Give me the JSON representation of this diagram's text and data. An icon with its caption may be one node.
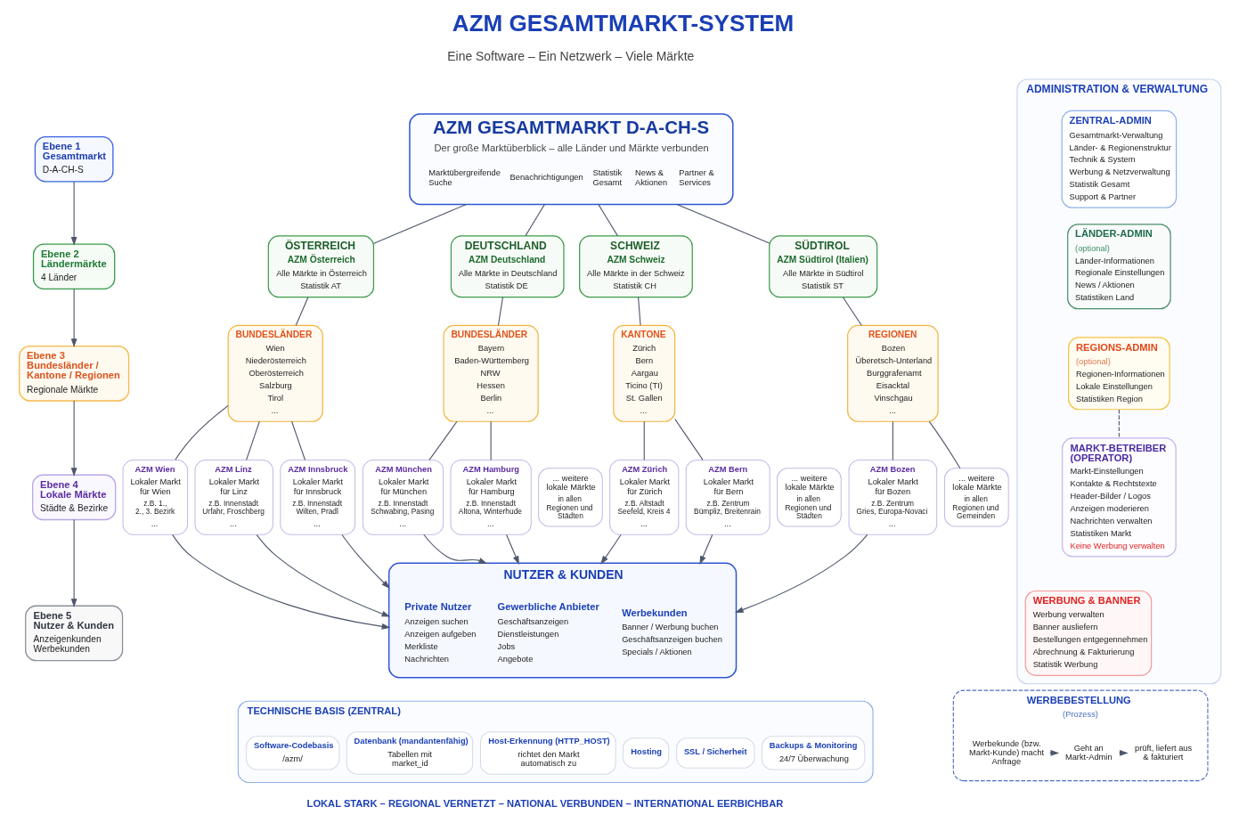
{
  "diagram": {
    "title": "AZM GESAMTMARKT-SYSTEM",
    "nodes": [
      {
        "text": [
          "Ebene 1 Gesamtmarkt",
          "D-A-CH-S"
        ]
      },
      {
        "text": [
          "Ebene 2 Ländermärkte",
          "4 Länder"
        ]
      },
      {
        "text": [
          "Ebene 3 Bundesländer / Kantone / Regionen",
          "Regionale Märkte"
        ]
      },
      {
        "text": [
          "Ebene 4 Lokale Märkte",
          "Städte & Bezirke"
        ]
      },
      {
        "text": [
          "Ebene 5 Nutzer & Kunden",
          "Anzeigenkunden Werbekunden"
        ]
      },
      {
        "text": [
          "AZM GESAMTMARKT D-A-CH-S",
          "Der große Marktüberblick – alle Länder und Märkte verbunden",
          "Marktübergreifende Suche",
          "Benachrichtigungen",
          "Statistik Gesamt",
          "News & Aktionen",
          "Partner & Services"
        ]
      },
      {
        "text": [
          "ÖSTERREICH",
          "AZM Österreich",
          "Alle Märkte in Österreich",
          "Statistik AT"
        ]
      },
      {
        "text": [
          "DEUTSCHLAND",
          "AZM Deutschland",
          "Alle Märkte in Deutschland",
          "Statistik DE"
        ]
      },
      {
        "text": [
          "SCHWEIZ",
          "AZM Schweiz",
          "Alle Märkte in der Schweiz",
          "Statistik CH"
        ]
      },
      {
        "text": [
          "SÜDTIROL",
          "AZM Südtirol (Italien)",
          "Alle Märkte in Südtirol",
          "Statistik ST"
        ]
      },
      {
        "text": [
          "BUNDESLÄNDER",
          "Wien",
          "Niederösterreich",
          "Oberösterreich",
          "Salzburg",
          "Tirol",
          "..."
        ]
      },
      {
        "text": [
          "BUNDESLÄNDER",
          "Bayern",
          "Baden-Württemberg",
          "NRW",
          "Hessen",
          "Berlin",
          "..."
        ]
      },
      {
        "text": [
          "KANTONE",
          "Zürich",
          "Bern",
          "Aargau",
          "Ticino (TI)",
          "St. Gallen",
          "..."
        ]
      },
      {
        "text": [
          "REGIONEN",
          "Bozen",
          "Überetsch-Unterland",
          "Burggrafenamt",
          "Eisacktal",
          "Vinschgau",
          "..."
        ]
      },
      {
        "text": [
          "AZM Wien",
          "Lokaler Markt für Wien",
          "z.B. 1., 2., 3. Bezirk",
          "..."
        ]
      },
      {
        "text": [
          "AZM Linz",
          "Lokaler Markt für Linz",
          "z.B. Innenstadt Urfahr, Froschberg",
          "..."
        ]
      },
      {
        "text": [
          "AZM Innsbruck",
          "Lokaler Markt für Innsbruck",
          "z.B. Innenstadt Wilten, Pradl",
          "..."
        ]
      },
      {
        "text": [
          "AZM München",
          "Lokaler Markt für München",
          "z.B. Innenstadt Schwabing, Pasing",
          "..."
        ]
      },
      {
        "text": [
          "AZM Hamburg",
          "Lokaler Markt für Hamburg",
          "z.B. Innenstadt Altona, Winterhude",
          "..."
        ]
      },
      {
        "text": [
          "... weitere lokale Märkte",
          "in allen Regionen und Städten"
        ]
      },
      {
        "text": [
          "AZM Zürich",
          "Lokaler Markt für Zürich",
          "z.B. Altstadt Seefeld, Kreis 4",
          "..."
        ]
      },
      {
        "text": [
          "AZM Bern",
          "Lokaler Markt für Bern",
          "z.B. Zentrum Bümpliz, Breitenrain",
          "..."
        ]
      },
      {
        "text": [
          "... weitere lokale Märkte",
          "in allen Regionen und Städten"
        ]
      },
      {
        "text": [
          "AZM Bozen",
          "Lokaler Markt für Bozen",
          "z.B. Zentrum Gries, Europa-Novaci",
          "..."
        ]
      },
      {
        "text": [
          "... weitere lokale Märkte",
          "in allen Regionen und Gemeinden"
        ]
      },
      {
        "text": [
          "NUTZER & KUNDEN"
        ]
      },
      {
        "text": [
          "Private Nutzer",
          "Anzeigen suchen",
          "Anzeigen aufgeben",
          "Merkliste",
          "Nachrichten"
        ],
        "in": 25
      },
      {
        "text": [
          "Gewerbliche Anbieter",
          "Geschäftsanzeigen",
          "Dienstleistungen",
          "Jobs",
          "Angebote"
        ],
        "in": 25
      },
      {
        "text": [
          "Werbekunden",
          "Banner / Werbung buchen",
          "Geschäftsanzeigen buchen",
          "Specials / Aktionen"
        ],
        "in": 25
      },
      {
        "text": [
          "ADMINISTRATION & VERWALTUNG"
        ]
      },
      {
        "text": [
          "ZENTRAL-ADMIN",
          "Gesamtmarkt-Verwaltung",
          "Länder- & Regionenstruktur",
          "Technik & System",
          "Werbung & Netzverwaltung",
          "Statistik Gesamt",
          "Support & Partner"
        ],
        "in": 29
      },
      {
        "text": [
          "LÄNDER-ADMIN",
          "(optional)",
          "Länder-Informationen",
          "Regionale Einstellungen",
          "News / Aktionen",
          "Statistiken Land"
        ],
        "in": 29
      },
      {
        "text": [
          "REGIONS-ADMIN",
          "(optional)",
          "Regionen-Informationen",
          "Lokale Einstellungen",
          "Statistiken Region"
        ],
        "in": 29
      },
      {
        "text": [
          "MARKT-BETREIBER (OPERATOR)",
          "Markt-Einstellungen",
          "Kontakte & Rechtstexte",
          "Header-Bilder / Logos",
          "Anzeigen moderieren",
          "Nachrichten verwalten",
          "Statistiken Markt",
          "Keine Werbung verwalten"
        ],
        "in": 29
      },
      {
        "text": [
          "WERBUNG & BANNER",
          "Werbung verwalten",
          "Banner ausliefern",
          "Bestellungen entgegennehmen",
          "Abrechnung & Fakturierung",
          "Statistik Werbung"
        ],
        "in": 29
      },
      {
        "text": [
          "TECHNISCHE BASIS (ZENTRAL)"
        ]
      },
      {
        "text": [
          "Software-Codebasis",
          "/azm/"
        ],
        "in": 35
      },
      {
        "text": [
          "Datenbank (mandantenfähig)",
          "Tabellen mit market_id"
        ],
        "in": 35
      },
      {
        "text": [
          "Host-Erkennung (HTTP_HOST)",
          "richtet den Markt automatisch zu"
        ],
        "in": 35
      },
      {
        "text": [
          "Hosting"
        ],
        "in": 35
      },
      {
        "text": [
          "SSL / Sicherheit"
        ],
        "in": 35
      },
      {
        "text": [
          "Backups & Monitoring",
          "24/7 Überwachung"
        ],
        "in": 35
      },
      {
        "text": [
          "WERBEBESTELLUNG",
          "(Prozess)"
        ]
      },
      {
        "text": [
          "Werbekunde (bzw. Markt-Kunde) macht Anfrage"
        ],
        "in": 42
      },
      {
        "text": [
          "Geht an Markt-Admin"
        ],
        "in": 42
      },
      {
        "text": [
          "prüft, liefert aus & fakturiert"
        ],
        "in": 42
      }
    ],
    "edges": [
      {
        "from": 0,
        "to": 1,
        "arrow": "to"
      },
      {
        "from": 1,
        "to": 2,
        "arrow": "to"
      },
      {
        "from": 2,
        "to": 3,
        "arrow": "to"
      },
      {
        "from": 3,
        "to": 4,
        "arrow": "to"
      },
      {
        "from": 5,
        "to": 6,
        "arrow": "none"
      },
      {
        "from": 5,
        "to": 7,
        "arrow": "none"
      },
      {
        "from": 5,
        "to": 8,
        "arrow": "none"
      },
      {
        "from": 5,
        "to": 9,
        "arrow": "none"
      },
      {
        "from": 6,
        "to": 10,
        "arrow": "none"
      },
      {
        "from": 7,
        "to": 11,
        "arrow": "none"
      },
      {
        "from": 8,
        "to": 12,
        "arrow": "none"
      },
      {
        "from": 9,
        "to": 13,
        "arrow": "none"
      },
      {
        "from": 10,
        "to": 14,
        "arrow": "none"
      },
      {
        "from": 10,
        "to": 15,
        "arrow": "none"
      },
      {
        "from": 10,
        "to": 16,
        "arrow": "none"
      },
      {
        "from": 11,
        "to": 17,
        "arrow": "none"
      },
      {
        "from": 11,
        "to": 18,
        "arrow": "none"
      },
      {
        "from": 12,
        "to": 20,
        "arrow": "none"
      },
      {
        "from": 12,
        "to": 21,
        "arrow": "none"
      },
      {
        "from": 13,
        "to": 23,
        "arrow": "none"
      },
      {
        "from": 13,
        "to": 24,
        "arrow": "none"
      },
      {
        "from": 14,
        "to": 25,
        "arrow": "to"
      },
      {
        "from": 15,
        "to": 25,
        "arrow": "to"
      },
      {
        "from": 16,
        "to": 25,
        "arrow": "to"
      },
      {
        "from": 17,
        "to": 25,
        "arrow": "to"
      },
      {
        "from": 18,
        "to": 25,
        "arrow": "to"
      },
      {
        "from": 20,
        "to": 25,
        "arrow": "to"
      },
      {
        "from": 21,
        "to": 25,
        "arrow": "to"
      },
      {
        "from": 23,
        "to": 25,
        "arrow": "to"
      },
      {
        "from": 32,
        "to": 33,
        "arrow": "none",
        "style": "dashed"
      },
      {
        "from": 43,
        "to": 44,
        "arrow": "to"
      },
      {
        "from": 44,
        "to": 45,
        "arrow": "to"
      }
    ],
    "labels": [
      "Eine Software – Ein Netzwerk – Viele Märkte",
      "LOKAL STARK – REGIONAL VERNETZT – NATIONAL VERBUNDEN – INTERNATIONAL EERBICHBAR"
    ]
  }
}
